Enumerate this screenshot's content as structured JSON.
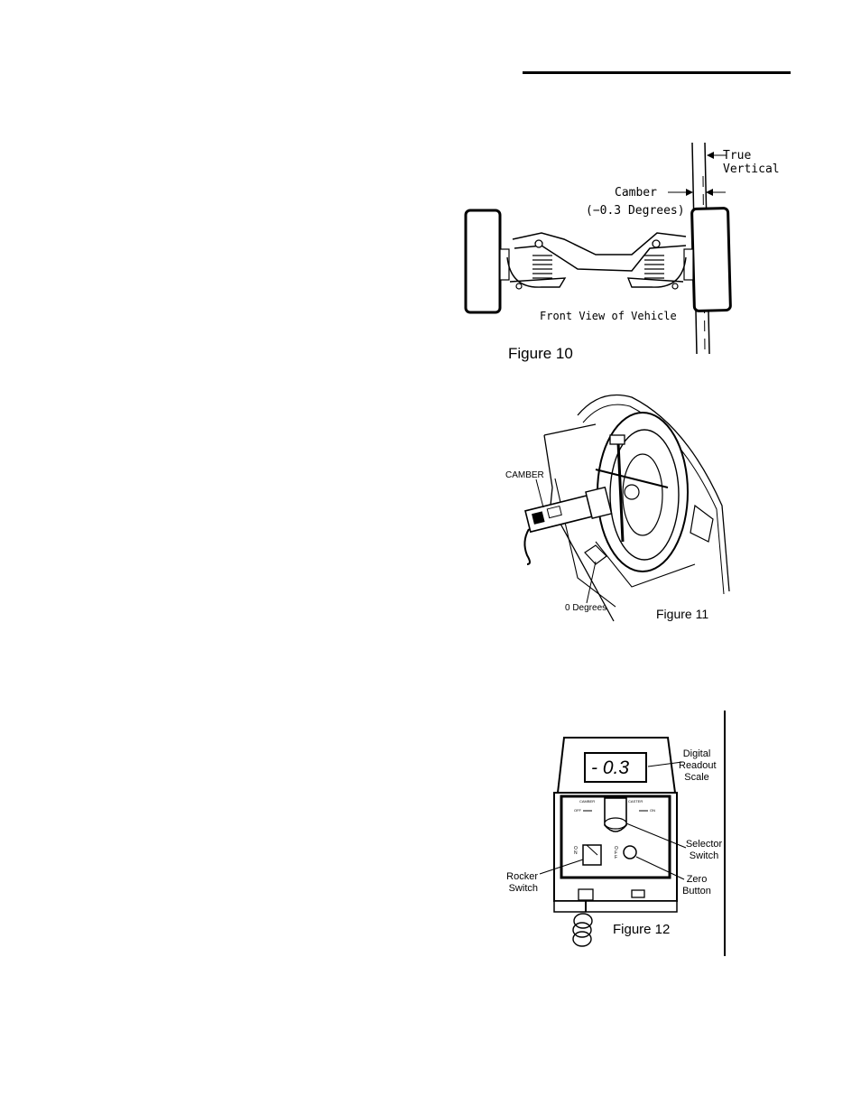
{
  "figure10": {
    "true_vertical": [
      "True",
      "Vertical"
    ],
    "camber": "Camber",
    "camber_value": "(−0.3 Degrees)",
    "view_label": "Front View of Vehicle",
    "caption": "Figure 10"
  },
  "figure11": {
    "camber_label": "CAMBER",
    "zero_label": "0 Degrees",
    "caption": "Figure 11"
  },
  "figure12": {
    "readout_value": "- 0.3",
    "readout_label": [
      "Digital",
      "Readout",
      "Scale"
    ],
    "selector_label": [
      "Selector",
      "Switch"
    ],
    "zero_label": [
      "Zero",
      "Button"
    ],
    "rocker_label": [
      "Rocker",
      "Switch"
    ],
    "dial_camber": "CAMBER",
    "dial_caster": "CASTER",
    "dial_off": "OFF",
    "dial_on": "ON",
    "rocker_on": "ON",
    "rocker_off": "OFF",
    "caption": "Figure 12"
  }
}
